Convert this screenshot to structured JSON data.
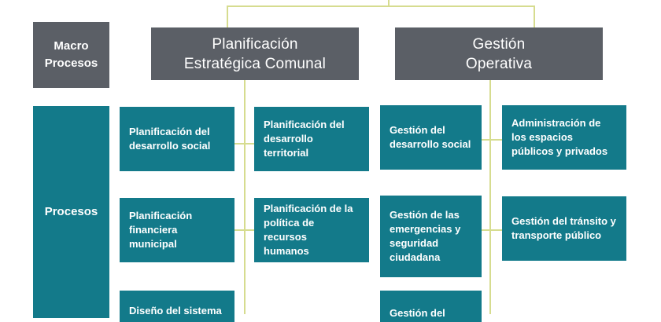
{
  "macro_label": "Macro\nProcesos",
  "procesos_label": "Procesos",
  "macro": {
    "left": "Planificación\nEstratégica Comunal",
    "right": "Gestión\nOperativa"
  },
  "processes": {
    "p_social": "Planificación del\ndesarrollo social",
    "p_territorial": "Planificación del\ndesarrollo\nterritorial",
    "p_financiera": "Planificación\nfinanciera\nmunicipal",
    "p_rrhh": "Planificación de la\npolítica de recursos\nhumanos",
    "p_diseno": "Diseño del sistema",
    "g_social": "Gestión del\ndesarrollo social",
    "g_espacios": "Administración de\nlos espacios\npúblicos y privados",
    "g_emergencias": "Gestión de las\nemergencias y\nseguridad\nciudadana",
    "g_transito": "Gestión del tránsito y\ntransporte público",
    "g_partial": "Gestión del"
  }
}
